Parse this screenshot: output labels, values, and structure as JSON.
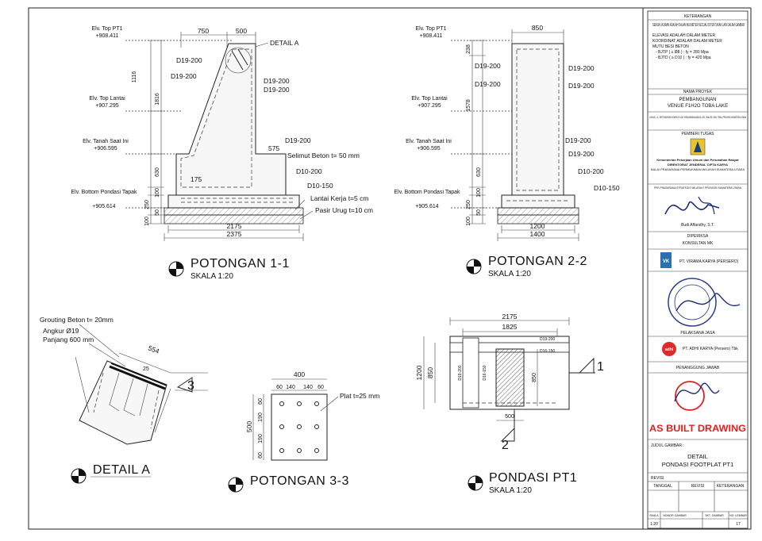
{
  "sections": {
    "p11": {
      "title": "POTONGAN 1-1",
      "scale": "SKALA 1:20",
      "elv": [
        {
          "name": "Elv. Top PT1",
          "value": "+908.411"
        },
        {
          "name": "Elv. Top Lantai",
          "value": "+907.295"
        },
        {
          "name": "Elv. Tanah Saat Ini",
          "value": "+906.595"
        },
        {
          "name": "Elv. Bottom Pondasi Tapak",
          "value": "+905.614"
        }
      ],
      "top_dims": [
        "750",
        "500"
      ],
      "detail_label": "DETAIL A",
      "left_dims": [
        "1116",
        "1816",
        "630",
        "100",
        "250",
        "50",
        "100"
      ],
      "rebar": [
        "D19-200",
        "D19-200",
        "D19-200",
        "D19-200",
        "D19-200",
        "D10-200",
        "D10-150"
      ],
      "dim_575": "575",
      "dim_175": "175",
      "notes": [
        "Selimut Beton t= 50 mm",
        "Lantai Kerja t=5 cm",
        "Pasir Urug t=10 cm"
      ],
      "bottom_dims": [
        "2175",
        "2375"
      ]
    },
    "p22": {
      "title": "POTONGAN 2-2",
      "scale": "SKALA 1:20",
      "elv": [
        {
          "name": "Elv. Top PT1",
          "value": "+908.411"
        },
        {
          "name": "Elv. Top Lantai",
          "value": "+907.295"
        },
        {
          "name": "Elv. Tanah Saat Ini",
          "value": "+906.595"
        },
        {
          "name": "Elv. Bottom Pondasi Tapak",
          "value": "+905.614"
        }
      ],
      "top_dim": "850",
      "left_dims": [
        "238",
        "1578",
        "630",
        "100",
        "250",
        "50",
        "100"
      ],
      "rebar_left": [
        "D19-200",
        "D19-200"
      ],
      "rebar_right": [
        "D19-200",
        "D19-200",
        "D19-200",
        "D19-200",
        "D10-200",
        "D10-150"
      ],
      "bottom_dims": [
        "1200",
        "1400"
      ]
    },
    "detail_a": {
      "title": "DETAIL A",
      "grouting": "Grouting Beton t= 20mm",
      "anchor": "Angkur Ø19",
      "length": "Panjang 600 mm",
      "dim_554": "554",
      "dim_25": "25",
      "marker": "3"
    },
    "p33": {
      "title": "POTONGAN 3-3",
      "dims_top": [
        "400",
        "60",
        "140",
        "140",
        "60"
      ],
      "dims_left": [
        "500",
        "60",
        "190",
        "190",
        "60"
      ],
      "plate": "Plat t=25 mm"
    },
    "pt1": {
      "title": "PONDASI PT1",
      "scale": "SKALA 1:20",
      "dims_top": [
        "2175",
        "1825"
      ],
      "dims_left": [
        "1200",
        "850"
      ],
      "dim_850": "850",
      "dim_500": "500",
      "marker1": "1",
      "marker2": "2",
      "tiny_labels": [
        "D19-200",
        "D16-150",
        "D19-200",
        "D16-150"
      ]
    }
  },
  "titleblock": {
    "keterangan_head": "KETERANGAN",
    "notes": [
      "SEMUA UKURAN ADALAH DALAM MILIMETER KECUALI DITENTUKAN LAIN DALAM GAMBAR",
      "ELEVASI ADALAH DALAM METER",
      "KOORDINAT ADALAH DALAM METER",
      "MUTU BESI BETON",
      "- BJTP ( ≤ Ø8 ) : fy = 280 Mpa",
      "- BJTD ( ≥ D10 ) : fy = 420 Mpa"
    ],
    "nama_proyek_head": "NAMA PROYEK",
    "proyek": [
      "PEMBANGUNAN",
      "VENUE F1H2O TOBA LAKE"
    ],
    "lokasi": "LOKASI : JL. SIRIT BARISAN KOMPLEK LAP. SISINGAMANGARAJA, KEC. BALIGE, KAB. TOBA, PROVINSI SUMATERA UTARA",
    "pemberi_head": "PEMBERI TUGAS",
    "ministry": [
      "Kementerian Pekerjaan Umum dan Perumahan Rakyat",
      "DIREKTORAT JENDERAL CIPTA KARYA",
      "BALAI PRASARANA PERMUKIMAN WILAYAH SUMATERA UTARA"
    ],
    "ppk_head": "PPK PRASARANA STRATEGIS WILAYAH I PROVINSI SUMATERA UTARA",
    "ppk_name": "Budi Affandhy, S.T.",
    "diperiksa": "DIPERIKSA",
    "konsultan": "KONSULTAN MK",
    "vk_logo": "VK",
    "vk_name": "PT. VIRAMA KARYA (PERSERO)",
    "pelaksana_head": "PELAKSANA JASA",
    "adhi_logo": "adhi",
    "adhi_name": "PT. ADHI KARYA (Persero) Tbk",
    "pj_head": "PENANGGUNG JAWAB",
    "as_built": "AS BUILT DRAWING",
    "judul_head": "JUDUL GAMBAR :",
    "judul": [
      "DETAIL",
      "PONDASI FOOTPLAT PT1"
    ],
    "revisi_head": "REVISI",
    "revisi_cols": [
      "TANGGAL",
      "REVISI",
      "KETERANGAN"
    ],
    "footer_cols": [
      "SKALA",
      "NOMOR GAMBAR",
      "SKT. GAMBAR",
      "NO. LEMBAR"
    ],
    "footer_vals": [
      "1:20",
      "",
      "",
      "17"
    ]
  }
}
